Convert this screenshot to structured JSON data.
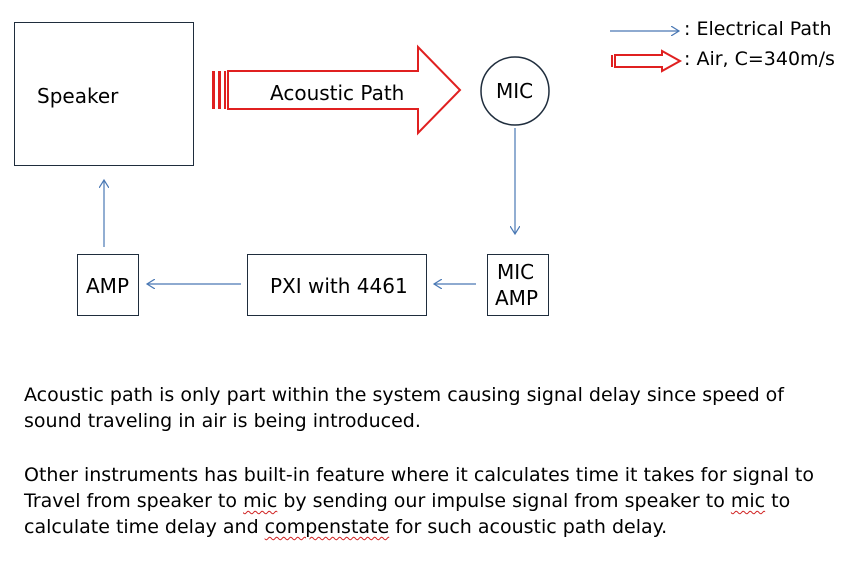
{
  "blocks": {
    "speaker": "Speaker",
    "mic": "MIC",
    "mic_amp_line1": "MIC",
    "mic_amp_line2": "AMP",
    "pxi": "PXI with 4461",
    "amp": "AMP"
  },
  "acoustic_path_label": "Acoustic Path",
  "legend": {
    "electrical": ": Electrical Path",
    "air": ": Air, C=340m/s"
  },
  "colors": {
    "box_border": "#1f2d3d",
    "electrical_arrow": "#4a78b4",
    "acoustic_arrow": "#e02020"
  },
  "text": {
    "para1_line1": "Acoustic path is only part within the system causing signal delay since speed of",
    "para1_line2": "sound traveling in air is being introduced.",
    "para2_line1": "Other instruments has built-in feature where it calculates time it takes for signal to",
    "para2_line2_a": "Travel from speaker to ",
    "para2_line2_mic1": "mic",
    "para2_line2_b": " by sending our impulse signal from speaker to ",
    "para2_line2_mic2": "mic",
    "para2_line2_c": " to",
    "para2_line3_a": "calculate time delay and ",
    "para2_line3_word": "compenstate",
    "para2_line3_b": " for such acoustic path delay."
  }
}
